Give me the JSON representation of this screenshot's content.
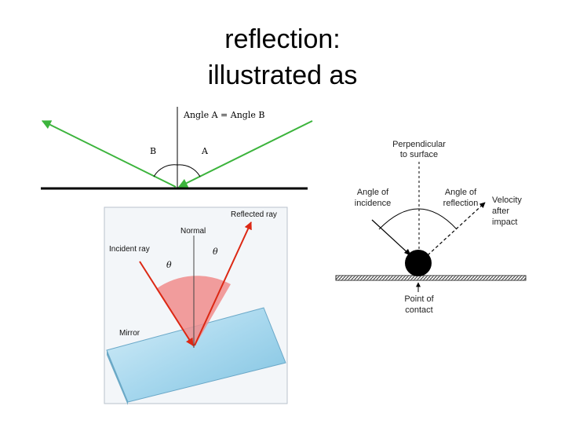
{
  "slide": {
    "title_line1": "reflection:",
    "title_line2": "illustrated as"
  },
  "diagram1": {
    "equation": "Angle A = Angle B",
    "label_b": "B",
    "label_a": "A",
    "ray_color": "#3cb43c"
  },
  "diagram2": {
    "reflected_ray": "Reflected ray",
    "normal": "Normal",
    "incident_ray": "Incident ray",
    "theta_left": "θ",
    "theta_right": "θ",
    "mirror": "Mirror",
    "ray_color": "#dc2814",
    "wedge_color": "#f08c8c",
    "mirror_color": "#a8d8ee"
  },
  "diagram3": {
    "perpendicular_line1": "Perpendicular",
    "perpendicular_line2": "to surface",
    "incidence_line1": "Angle of",
    "incidence_line2": "incidence",
    "reflection_line1": "Angle of",
    "reflection_line2": "reflection",
    "velocity_line1": "Velocity",
    "velocity_line2": "after",
    "velocity_line3": "impact",
    "contact_line1": "Point of",
    "contact_line2": "contact"
  }
}
